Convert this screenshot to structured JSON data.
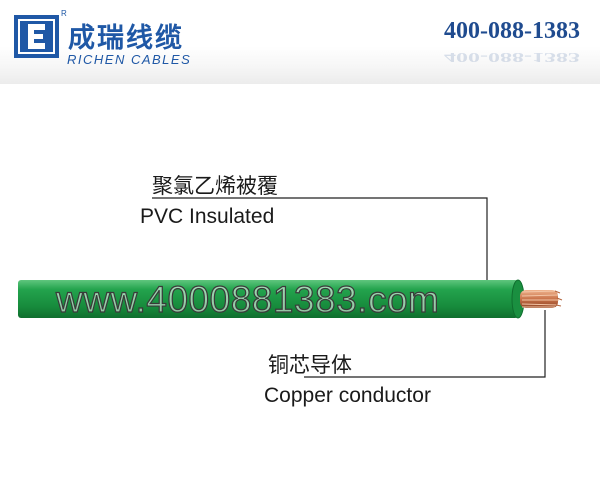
{
  "header": {
    "logo_icon": "letter-e-logo-icon",
    "registered_mark": "R",
    "brand_cn": "成瑞线缆",
    "brand_en": "RICHEN CABLES",
    "phone": "400-088-1383"
  },
  "diagram": {
    "insulation_label_cn": "聚氯乙烯被覆",
    "insulation_label_en": "PVC Insulated",
    "conductor_label_cn": "铜芯导体",
    "conductor_label_en": "Copper conductor",
    "watermark": "www.4000881383.com"
  },
  "colors": {
    "brand_blue": "#1f58a6",
    "phone_blue": "#1f4b8f",
    "insulation_green": "#1c9a45",
    "copper": "#c9734a"
  }
}
